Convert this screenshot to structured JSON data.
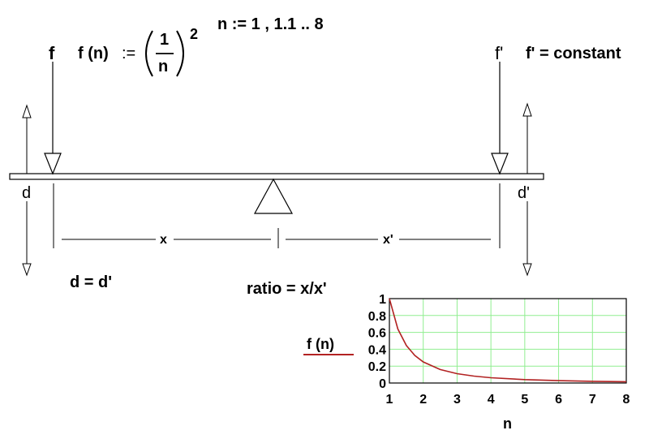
{
  "diagram": {
    "force_left_label": "f",
    "force_left_def_fn": "f (n)",
    "force_left_def_op": ":=",
    "fraction_numerator": "1",
    "fraction_denominator": "n",
    "exponent": "2",
    "range_def": "n := 1 , 1.1 .. 8",
    "force_right_label": "f'",
    "force_right_def": "f' = constant",
    "dist_left_label": "d",
    "dist_right_label": "d'",
    "arm_left_label": "x",
    "arm_right_label": "x'",
    "dist_equation": "d = d'",
    "ratio_equation": "ratio = x/x'",
    "colors": {
      "curve": "#b22222",
      "grid": "#90ee90",
      "lines": "#000000"
    }
  },
  "chart_data": {
    "type": "line",
    "xlabel": "n",
    "legend_label": "f (n)",
    "xlim": [
      1,
      8
    ],
    "ylim": [
      0,
      1
    ],
    "x_ticks": [
      "1",
      "2",
      "3",
      "4",
      "5",
      "6",
      "7",
      "8"
    ],
    "y_ticks": [
      "0",
      "0.2",
      "0.4",
      "0.6",
      "0.8",
      "1"
    ],
    "grid": true,
    "series": [
      {
        "x": [
          1,
          1.25,
          1.5,
          1.75,
          2,
          2.5,
          3,
          3.5,
          4,
          5,
          6,
          7,
          8
        ],
        "values": [
          1,
          0.64,
          0.444,
          0.327,
          0.25,
          0.16,
          0.111,
          0.082,
          0.0625,
          0.04,
          0.028,
          0.02,
          0.0156
        ]
      }
    ]
  }
}
